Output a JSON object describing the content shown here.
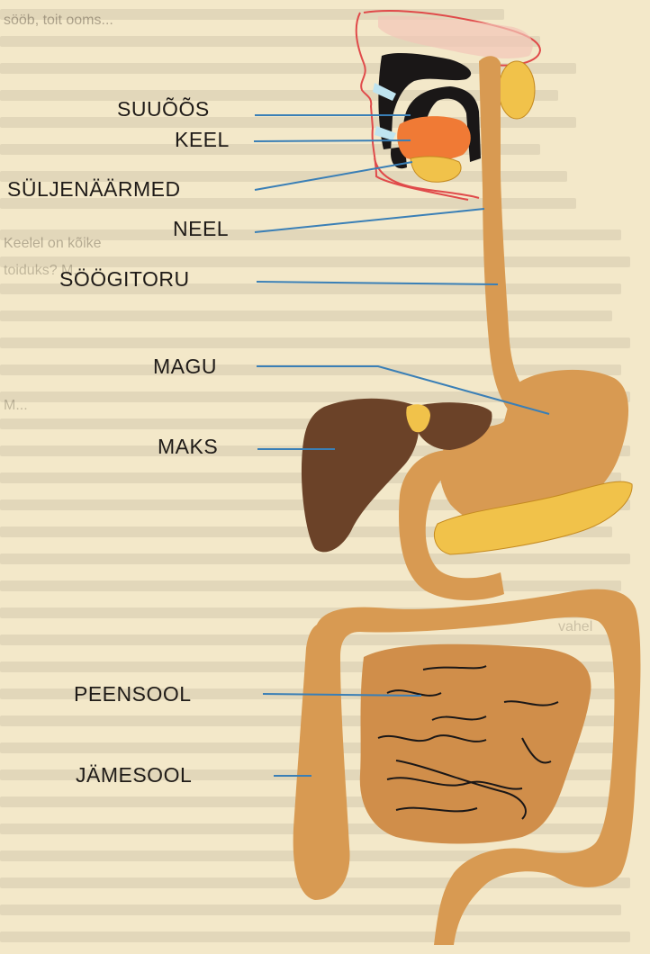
{
  "labels": {
    "mouth": "SUUÕÕS",
    "tongue": "KEEL",
    "salivary": "SÜLJENÄÄRMED",
    "pharynx": "NEEL",
    "esophagus": "SÖÖGITORU",
    "stomach": "MAGU",
    "liver": "MAKS",
    "small_intestine": "PEENSOOL",
    "large_intestine": "JÄMESOOL"
  },
  "background_text_fragments": {
    "a": "sööb, toit ooms...",
    "b": "Keelel on kõike",
    "c": "toiduks? M...",
    "d": "M...",
    "e": "vahel"
  },
  "colors": {
    "paper": "#f3e8c9",
    "organ_tan": "#d89a52",
    "liver_brown": "#6b4228",
    "leader_line": "#3a7fb6",
    "tongue": "#f07a35",
    "gland_yellow": "#f1c24a"
  }
}
